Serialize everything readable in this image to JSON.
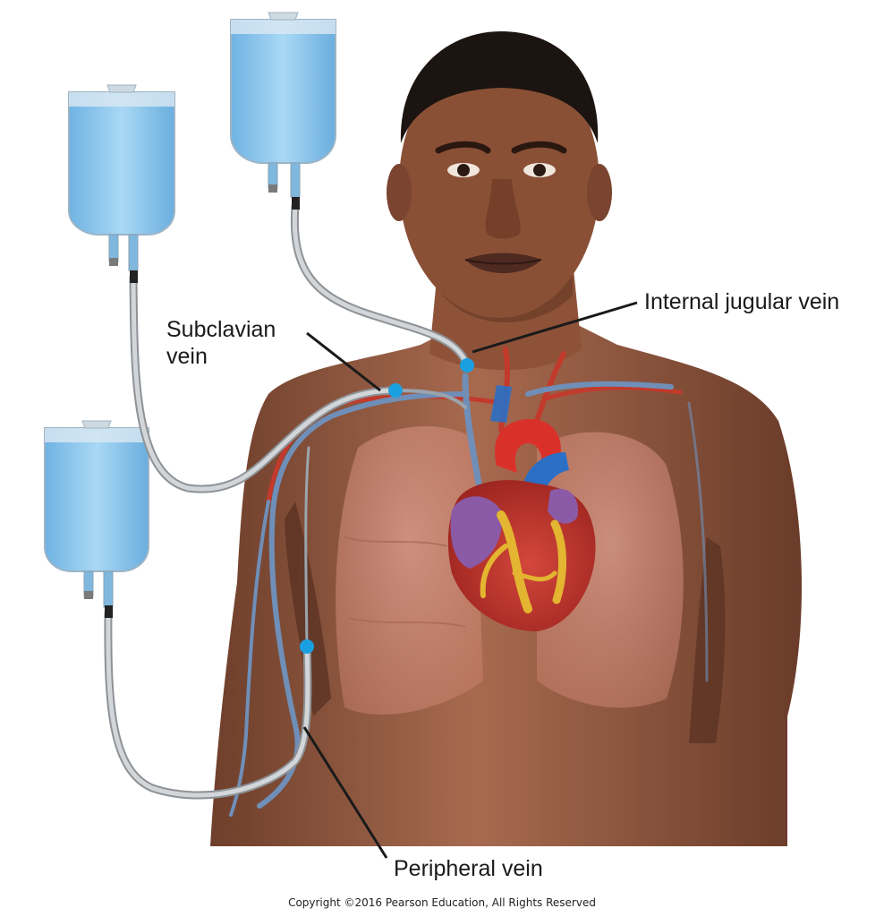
{
  "labels": {
    "internal_jugular": "Internal jugular vein",
    "subclavian_line1": "Subclavian",
    "subclavian_line2": "vein",
    "peripheral": "Peripheral vein"
  },
  "copyright": "Copyright ©2016 Pearson Education, All Rights Reserved",
  "colors": {
    "skin": "#9a5e45",
    "skin_dark": "#5c3423",
    "iv_fluid": "#8fc9ec",
    "insertion_dot": "#1aa0e0",
    "tubing": "#b9bcbf",
    "heart": "#c8362e",
    "aorta": "#d9312a",
    "vena_cava": "#2b6fc6",
    "lungs": "#d89585",
    "hair": "#1c1410"
  }
}
